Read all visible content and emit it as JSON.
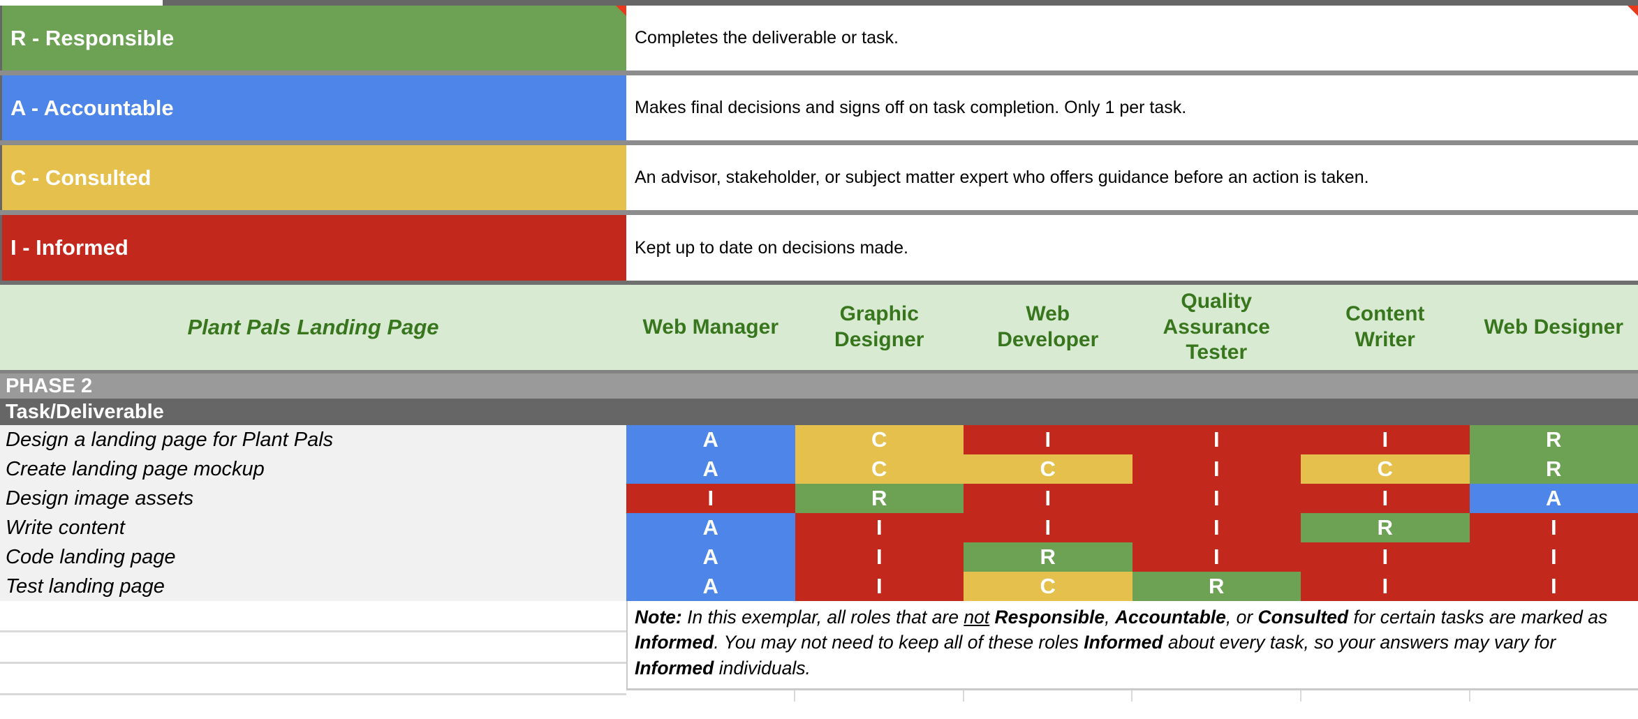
{
  "legend": [
    {
      "code": "R",
      "label": "R - Responsible",
      "description": "Completes the deliverable or task.",
      "color": "#6da154",
      "has_comment_marker_key": true,
      "has_comment_marker_desc": true
    },
    {
      "code": "A",
      "label": "A - Accountable",
      "description": "Makes final decisions and signs off on task completion. Only 1 per task.",
      "color": "#4d86e8",
      "has_comment_marker_key": false,
      "has_comment_marker_desc": false
    },
    {
      "code": "C",
      "label": "C - Consulted",
      "description": "An advisor, stakeholder, or subject matter expert who offers guidance before an action is taken.",
      "color": "#e6c04d",
      "has_comment_marker_key": false,
      "has_comment_marker_desc": false
    },
    {
      "code": "I",
      "label": "I - Informed",
      "description": "Kept up to date on decisions made.",
      "color": "#c2291c",
      "has_comment_marker_key": false,
      "has_comment_marker_desc": false
    }
  ],
  "matrix": {
    "title": "Plant Pals Landing Page",
    "roles": [
      "Web Manager",
      "Graphic Designer",
      "Web Developer",
      "Quality Assurance Tester",
      "Content Writer",
      "Web Designer"
    ],
    "phase_label": "PHASE 2",
    "section_label": "Task/Deliverable",
    "tasks": [
      {
        "name": "Design a landing page for Plant Pals",
        "assignments": [
          "A",
          "C",
          "I",
          "I",
          "I",
          "R"
        ]
      },
      {
        "name": "Create landing page mockup",
        "assignments": [
          "A",
          "C",
          "C",
          "I",
          "C",
          "R"
        ]
      },
      {
        "name": "Design image assets",
        "assignments": [
          "I",
          "R",
          "I",
          "I",
          "I",
          "A"
        ]
      },
      {
        "name": "Write content",
        "assignments": [
          "A",
          "I",
          "I",
          "I",
          "R",
          "I"
        ]
      },
      {
        "name": "Code landing page",
        "assignments": [
          "A",
          "I",
          "R",
          "I",
          "I",
          "I"
        ]
      },
      {
        "name": "Test landing page",
        "assignments": [
          "A",
          "I",
          "C",
          "R",
          "I",
          "I"
        ]
      }
    ]
  },
  "note": {
    "segments": [
      {
        "text": "Note:",
        "bold": true
      },
      {
        "text": " In this exemplar, all roles that are "
      },
      {
        "text": "not",
        "underline": true
      },
      {
        "text": " "
      },
      {
        "text": "Responsible",
        "bold": true
      },
      {
        "text": ", "
      },
      {
        "text": "Accountable",
        "bold": true
      },
      {
        "text": ", or "
      },
      {
        "text": "Consulted",
        "bold": true
      },
      {
        "text": " for certain tasks are marked as "
      },
      {
        "text": "Informed",
        "bold": true
      },
      {
        "text": ". You may not need to keep all of these roles "
      },
      {
        "text": "Informed",
        "bold": true
      },
      {
        "text": " about every task, so your answers may vary for "
      },
      {
        "text": "Informed",
        "bold": true
      },
      {
        "text": " individuals."
      }
    ]
  },
  "colors": {
    "R": "#6da154",
    "A": "#4d86e8",
    "C": "#e6c04d",
    "I": "#c2291c",
    "comment_marker": "#e8391d",
    "header_bg": "#d9ead3",
    "header_text": "#38761d",
    "phase_bg": "#9a9a9a",
    "section_bg": "#666666",
    "task_name_bg": "#f1f1f1"
  }
}
